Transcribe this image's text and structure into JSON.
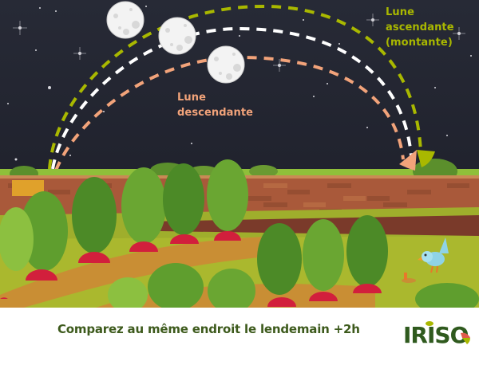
{
  "illustration": {
    "labels": {
      "ascending": [
        "Lune",
        "ascendante",
        "(montante)"
      ],
      "descending": [
        "Lune",
        "descendante"
      ]
    },
    "paths": [
      {
        "name": "ascending-path",
        "color": "#a9b800"
      },
      {
        "name": "middle-path",
        "color": "#ffffff"
      },
      {
        "name": "descending-path",
        "color": "#f2a37a"
      }
    ],
    "moons": 3,
    "colors": {
      "sky": "#23252f",
      "brick": "#a8583a",
      "grass": "#8db52d",
      "soil": "#c98e34",
      "radish": "#d21f3c",
      "leaf": "#5f9e2e"
    }
  },
  "footer": {
    "caption": "Comparez au même endroit le lendemain +2h",
    "logo": "IRISO"
  }
}
